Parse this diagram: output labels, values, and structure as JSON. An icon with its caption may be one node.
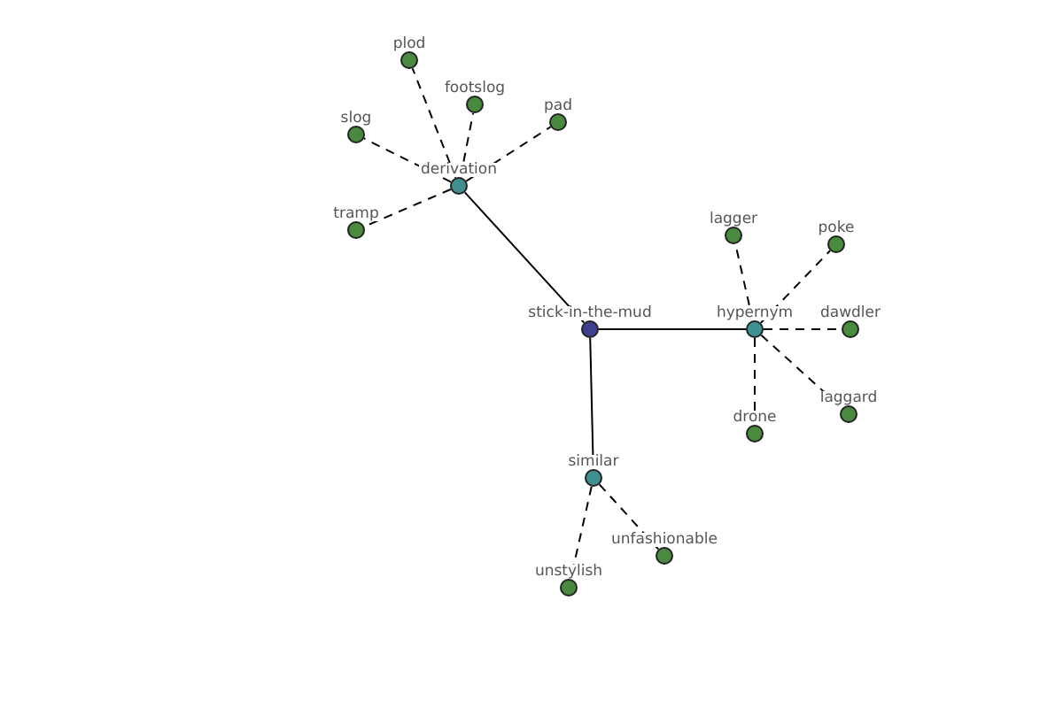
{
  "diagram": {
    "nodes": [
      {
        "text": [
          "stick-in-the-mud"
        ]
      },
      {
        "text": [
          "derivation"
        ]
      },
      {
        "text": [
          "plod"
        ]
      },
      {
        "text": [
          "footslog"
        ]
      },
      {
        "text": [
          "slog"
        ]
      },
      {
        "text": [
          "pad"
        ]
      },
      {
        "text": [
          "tramp"
        ]
      },
      {
        "text": [
          "hypernym"
        ]
      },
      {
        "text": [
          "lagger"
        ]
      },
      {
        "text": [
          "poke"
        ]
      },
      {
        "text": [
          "dawdler"
        ]
      },
      {
        "text": [
          "laggard"
        ]
      },
      {
        "text": [
          "drone"
        ]
      },
      {
        "text": [
          "similar"
        ]
      },
      {
        "text": [
          "unstylish"
        ]
      },
      {
        "text": [
          "unfashionable"
        ]
      }
    ],
    "edges": [
      {
        "from": 0,
        "to": 1,
        "arrow": "none"
      },
      {
        "from": 0,
        "to": 7,
        "arrow": "none"
      },
      {
        "from": 0,
        "to": 13,
        "arrow": "none"
      },
      {
        "from": 1,
        "to": 2,
        "arrow": "none",
        "style": "dashed"
      },
      {
        "from": 1,
        "to": 3,
        "arrow": "none",
        "style": "dashed"
      },
      {
        "from": 1,
        "to": 4,
        "arrow": "none",
        "style": "dashed"
      },
      {
        "from": 1,
        "to": 5,
        "arrow": "none",
        "style": "dashed"
      },
      {
        "from": 1,
        "to": 6,
        "arrow": "none",
        "style": "dashed"
      },
      {
        "from": 7,
        "to": 8,
        "arrow": "none",
        "style": "dashed"
      },
      {
        "from": 7,
        "to": 9,
        "arrow": "none",
        "style": "dashed"
      },
      {
        "from": 7,
        "to": 10,
        "arrow": "none",
        "style": "dashed"
      },
      {
        "from": 7,
        "to": 11,
        "arrow": "none",
        "style": "dashed"
      },
      {
        "from": 7,
        "to": 12,
        "arrow": "none",
        "style": "dashed"
      },
      {
        "from": 13,
        "to": 14,
        "arrow": "none",
        "style": "dashed"
      },
      {
        "from": 13,
        "to": 15,
        "arrow": "none",
        "style": "dashed"
      }
    ]
  }
}
